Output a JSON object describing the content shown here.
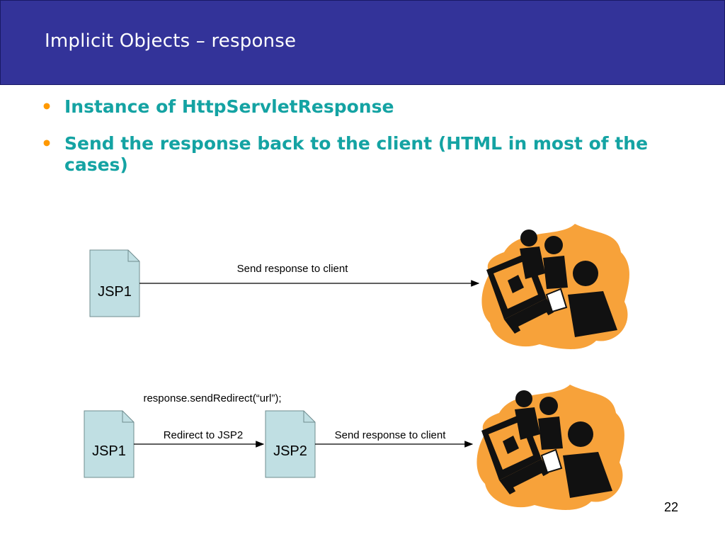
{
  "slide": {
    "title": "Implicit Objects – response",
    "bullets": [
      "Instance of HttpServletResponse",
      "Send the response back to the client (HTML in most of the cases)"
    ],
    "page_number": "22"
  },
  "diagram": {
    "top": {
      "doc_label": "JSP1",
      "arrow_label": "Send response to client"
    },
    "bottom": {
      "code_label": "response.sendRedirect(“url”);",
      "doc1_label": "JSP1",
      "arrow1_label": "Redirect to JSP2",
      "doc2_label": "JSP2",
      "arrow2_label": "Send response to client"
    }
  },
  "colors": {
    "title_bar": "#333399",
    "bullet_text": "#14a3a3",
    "bullet_marker": "#ff9900",
    "document_fill": "#c0dfe3",
    "clipart_orange": "#f7a23a"
  },
  "icons": [
    "document-icon",
    "people-at-computer-clipart"
  ]
}
